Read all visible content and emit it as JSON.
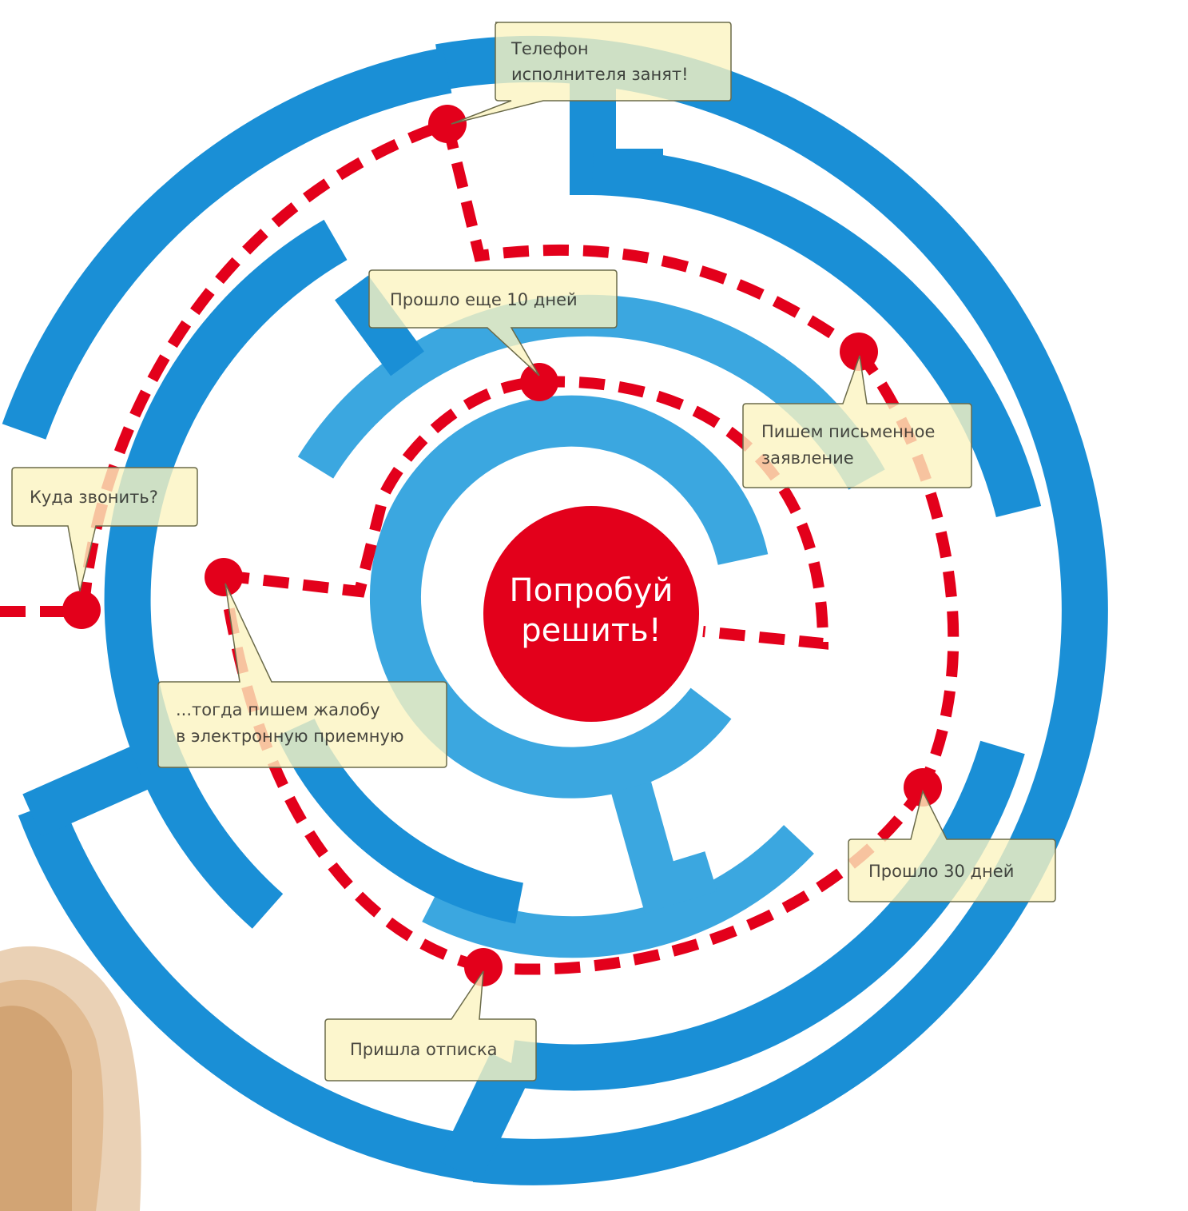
{
  "center": {
    "line1": "Попробуй",
    "line2": "решить!"
  },
  "callouts": [
    {
      "id": "phone-busy",
      "lines": [
        "Телефон",
        "исполнителя занят!"
      ]
    },
    {
      "id": "ten-days",
      "lines": [
        "Прошло еще 10 дней"
      ]
    },
    {
      "id": "written-statement",
      "lines": [
        "Пишем письменное",
        "заявление"
      ]
    },
    {
      "id": "where-to-call",
      "lines": [
        "Куда звонить?"
      ]
    },
    {
      "id": "e-complaint",
      "lines": [
        "...тогда пишем жалобу",
        "в электронную приемную"
      ]
    },
    {
      "id": "thirty-days",
      "lines": [
        "Прошло 30 дней"
      ]
    },
    {
      "id": "formal-reply",
      "lines": [
        "Пришла отписка"
      ]
    }
  ],
  "colors": {
    "maze_outer": "#1a8fd6",
    "maze_inner": "#3ba7e0",
    "path": "#e3001b",
    "callout_fill": "#fbf4c0",
    "callout_stroke": "#6b6b4a",
    "person_skin": "#e8c9a8"
  }
}
